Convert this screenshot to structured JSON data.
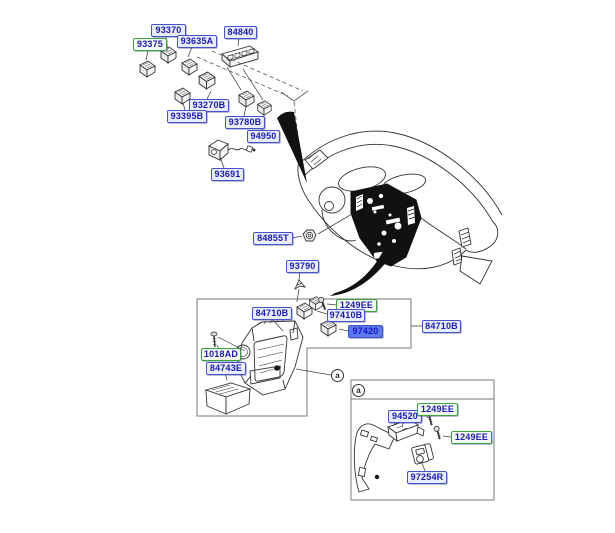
{
  "diagram": {
    "type": "exploded-parts-diagram",
    "subject": "instrument panel switches and center facia",
    "highlighted_part": "97420",
    "colors": {
      "label_border_blue": "#4553cb",
      "label_fill_blue": "#e9edf9",
      "label_text_navy": "#1b1bb0",
      "label_border_green": "#3da23d",
      "label_fill_green": "#f3f9f3",
      "highlight_fill": "#5b79e8",
      "highlight_text": "#1a16c8",
      "line_color": "#333333",
      "background": "#ffffff"
    }
  },
  "callouts": {
    "main": "a",
    "inset": "a"
  },
  "labels": {
    "p93370": "93370",
    "p93375": "93375",
    "p93635a": "93635A",
    "p84840": "84840",
    "p93270b": "93270B",
    "p93395b": "93395B",
    "p93780b": "93780B",
    "p94950": "94950",
    "p93691": "93691",
    "p84855t": "84855T",
    "p93790": "93790",
    "p1249ee_1": "1249EE",
    "p84710b_left": "84710B",
    "p97410b": "97410B",
    "p97420": "97420",
    "p84710b_right": "84710B",
    "p1018ad": "1018AD",
    "p84743e": "84743E",
    "p94520": "94520",
    "p1249ee_2": "1249EE",
    "p1249ee_3": "1249EE",
    "p97254r": "97254R"
  }
}
